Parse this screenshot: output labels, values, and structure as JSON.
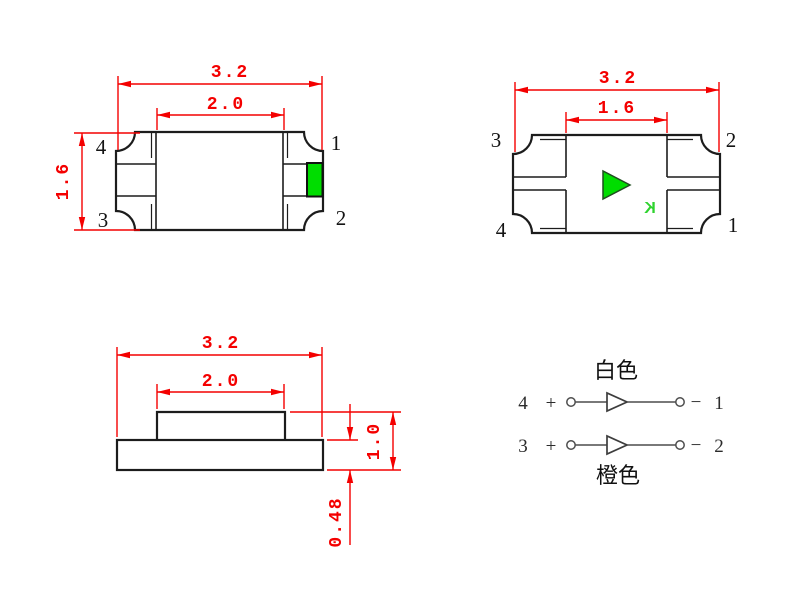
{
  "drawing_type": "SMD LED package outline drawing",
  "colors": {
    "dimension_red": "#f40000",
    "led_window_green": "#00dd00",
    "cathode_mark_green": "#2fd32f",
    "outline_black": "#1c1c1c",
    "circuit_gray": "#4d4d4d"
  },
  "top_view": {
    "dim_overall_width": "3.2",
    "dim_body_width": "2.0",
    "dim_overall_height": "1.6",
    "pin_top_left": "4",
    "pin_top_right": "1",
    "pin_bottom_left": "3",
    "pin_bottom_right": "2"
  },
  "bottom_view": {
    "dim_overall_width": "3.2",
    "dim_pad_span": "1.6",
    "pin_top_left": "3",
    "pin_top_right": "2",
    "pin_bottom_left": "4",
    "pin_bottom_right": "1",
    "cathode_mark": "K"
  },
  "side_view": {
    "dim_overall_width": "3.2",
    "dim_top_width": "2.0",
    "dim_overall_height": "1.0",
    "dim_base_height": "0.48"
  },
  "circuit": {
    "label_top_color": "白色",
    "label_bottom_color": "橙色",
    "row1": {
      "pin_anode": "4",
      "plus": "+",
      "minus": "−",
      "pin_cathode": "1"
    },
    "row2": {
      "pin_anode": "3",
      "plus": "+",
      "minus": "−",
      "pin_cathode": "2"
    }
  }
}
